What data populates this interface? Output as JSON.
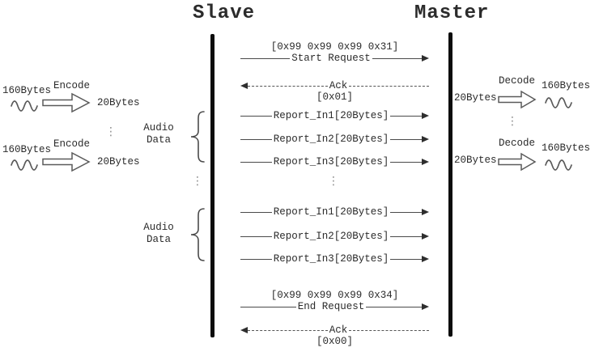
{
  "diagram": {
    "slave_title": "Slave",
    "master_title": "Master"
  },
  "messages": [
    {
      "hex_above": "[0x99 0x99 0x99 0x31]",
      "label": "Start Request",
      "direction": "right",
      "style": "solid"
    },
    {
      "label": "Ack",
      "hex_below": "[0x01]",
      "direction": "left",
      "style": "dashed"
    },
    {
      "label": "Report_In1[20Bytes]",
      "direction": "right",
      "style": "solid"
    },
    {
      "label": "Report_In2[20Bytes]",
      "direction": "right",
      "style": "solid"
    },
    {
      "label": "Report_In3[20Bytes]",
      "direction": "right",
      "style": "solid"
    },
    {
      "label": "Report_In1[20Bytes]",
      "direction": "right",
      "style": "solid"
    },
    {
      "label": "Report_In2[20Bytes]",
      "direction": "right",
      "style": "solid"
    },
    {
      "label": "Report_In3[20Bytes]",
      "direction": "right",
      "style": "solid"
    },
    {
      "hex_above": "[0x99 0x99 0x99 0x34]",
      "label": "End Request",
      "direction": "right",
      "style": "solid"
    },
    {
      "label": "Ack",
      "hex_below": "[0x00]",
      "direction": "left",
      "style": "dashed"
    }
  ],
  "ellipsis_glyph": "⋮",
  "encode_groups": [
    {
      "input_label": "160Bytes",
      "operation": "Encode",
      "output_label": "20Bytes"
    },
    {
      "input_label": "160Bytes",
      "operation": "Encode",
      "output_label": "20Bytes"
    }
  ],
  "decode_groups": [
    {
      "input_label": "20Bytes",
      "operation": "Decode",
      "output_label": "160Bytes"
    },
    {
      "input_label": "20Bytes",
      "operation": "Decode",
      "output_label": "160Bytes"
    }
  ],
  "audio_annotations": [
    {
      "line1": "Audio",
      "line2": "Data"
    },
    {
      "line1": "Audio",
      "line2": "Data"
    }
  ],
  "colors": {
    "background": "#ffffff",
    "text": "#2b2b2b",
    "message_line": "#4a4a4a",
    "lifeline": "#0c0c0c",
    "shape_outline": "#5a5a5a"
  }
}
